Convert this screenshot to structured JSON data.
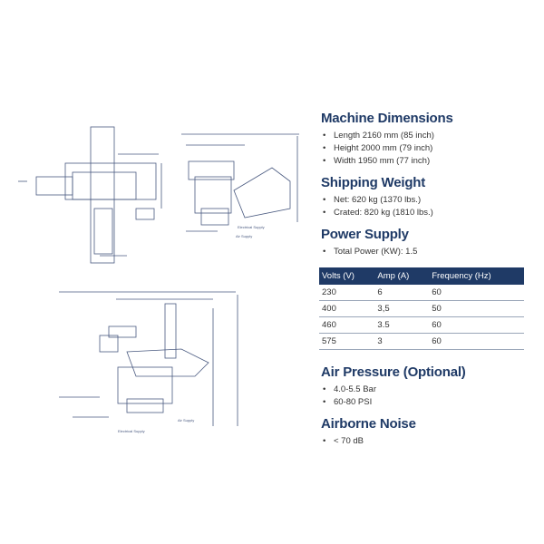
{
  "sections": {
    "dimensions": {
      "title": "Machine Dimensions",
      "items": [
        "Length 2160 mm (85 inch)",
        "Height 2000 mm (79 inch)",
        "Width 1950 mm (77 inch)"
      ]
    },
    "shipping": {
      "title": "Shipping Weight",
      "items": [
        "Net: 620 kg (1370 lbs.)",
        "Crated: 820 kg (1810 lbs.)"
      ]
    },
    "power": {
      "title": "Power Supply",
      "items": [
        "Total Power (KW): 1.5"
      ]
    },
    "air": {
      "title": "Air Pressure (Optional)",
      "items": [
        "4.0-5.5 Bar",
        "60-80 PSI"
      ]
    },
    "noise": {
      "title": "Airborne Noise",
      "items": [
        "< 70 dB"
      ]
    }
  },
  "power_table": {
    "headers": [
      "Volts (V)",
      "Amp (A)",
      "Frequency (Hz)"
    ],
    "rows": [
      [
        "230",
        "6",
        "60"
      ],
      [
        "400",
        "3,5",
        "50"
      ],
      [
        "460",
        "3.5",
        "60"
      ],
      [
        "575",
        "3",
        "60"
      ]
    ]
  },
  "drawing_labels": {
    "side_air": "Air Supply",
    "side_elec": "Electrical Supply",
    "bottom_elec": "Electrical Supply",
    "bottom_air": "Air Supply"
  },
  "colors": {
    "heading": "#1f3a66",
    "table_header_bg": "#1f3a66",
    "line_art": "#4a5a80"
  }
}
